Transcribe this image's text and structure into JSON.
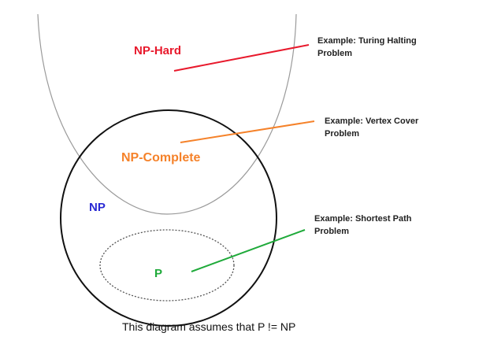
{
  "diagram": {
    "regions": {
      "np_hard": {
        "label": "NP-Hard",
        "color": "#e8192c"
      },
      "np_complete": {
        "label": "NP-Complete",
        "color": "#f5822a"
      },
      "np": {
        "label": "NP",
        "color": "#2a2ad4"
      },
      "p": {
        "label": "P",
        "color": "#1faa3a"
      }
    },
    "examples": {
      "np_hard": {
        "line1": "Example: Turing Halting",
        "line2": "Problem",
        "pointer_color": "#e8192c"
      },
      "np_complete": {
        "line1": "Example: Vertex Cover",
        "line2": "Problem",
        "pointer_color": "#f5822a"
      },
      "p": {
        "line1": "Example: Shortest Path",
        "line2": "Problem",
        "pointer_color": "#1faa3a"
      }
    },
    "caption": "This diagram assumes that P != NP"
  }
}
